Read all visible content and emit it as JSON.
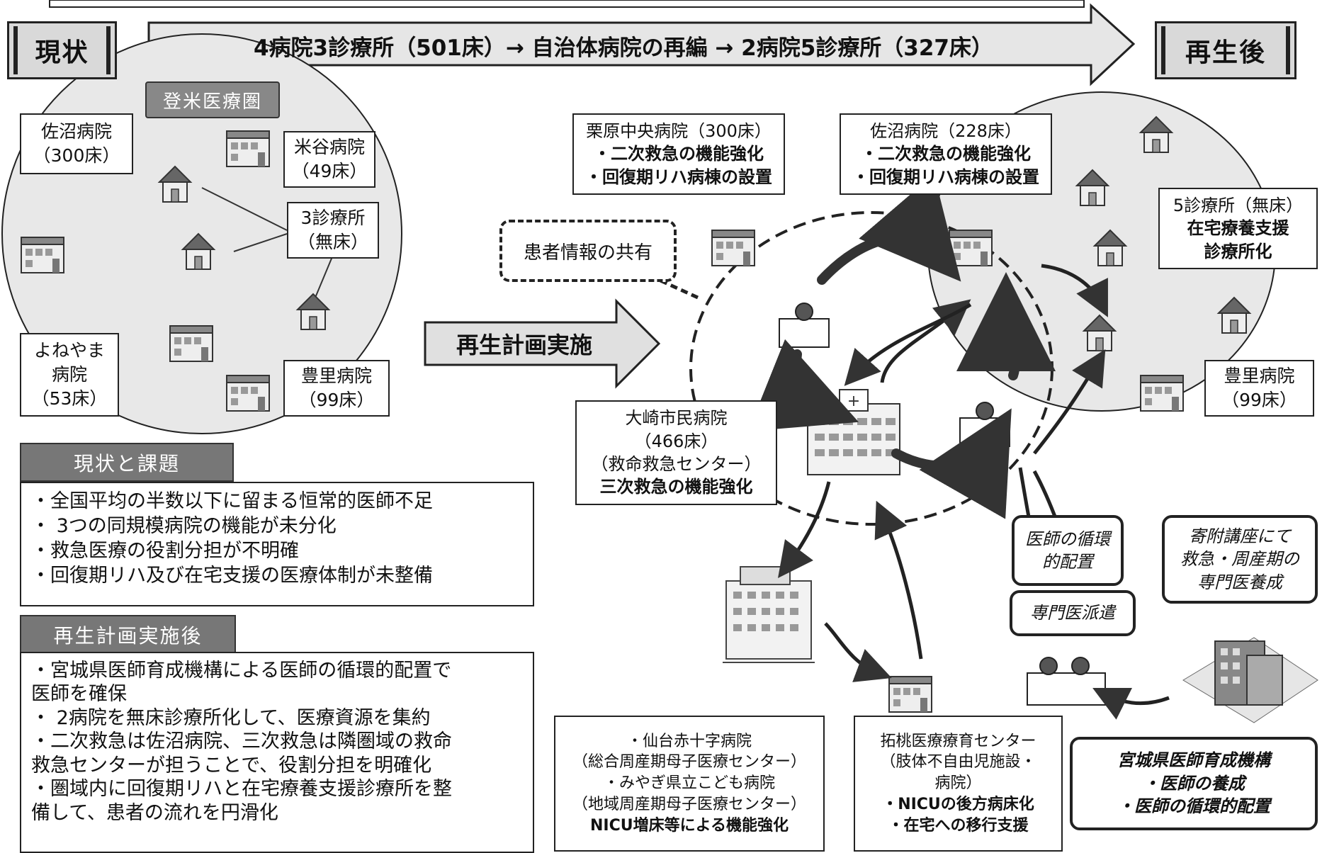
{
  "header": {
    "stage_left": "現状",
    "stage_right": "再生後",
    "arrow_text": "4病院3診療所（501床）→ 自治体病院の再編 → 2病院5診療所（327床）"
  },
  "left_area": {
    "area_label": "登米医療圏",
    "sanuma": [
      "佐沼病院",
      "（300床）"
    ],
    "yoneya": [
      "米谷病院",
      "（49床）"
    ],
    "clinics": [
      "3診療所",
      "（無床）"
    ],
    "yoneyama": [
      "よねやま",
      "病院",
      "（53床）"
    ],
    "toyosato": [
      "豊里病院",
      "（99床）"
    ]
  },
  "center_arrow": "再生計画実施",
  "right_area": {
    "kurihara": [
      "栗原中央病院（300床）",
      "・二次救急の機能強化",
      "・回復期リハ病棟の設置"
    ],
    "sanuma": [
      "佐沼病院（228床）",
      "・二次救急の機能強化",
      "・回復期リハ病棟の設置"
    ],
    "patient_info": "患者情報の共有",
    "five_clinics": [
      "5診療所（無床）",
      "在宅療養支援",
      "診療所化"
    ],
    "osaki": [
      "大崎市民病院",
      "（466床）",
      "（救命救急センター）",
      "三次救急の機能強化"
    ],
    "toyosato": [
      "豊里病院",
      "（99床）"
    ],
    "doctor_rotation": [
      "医師の循環",
      "的配置"
    ],
    "endowed": [
      "寄附講座にて",
      "救急・周産期の",
      "専門医養成"
    ],
    "specialist_dispatch": "専門医派遣",
    "sendai": [
      "・仙台赤十字病院",
      "（総合周産期母子医療センター）",
      "・みやぎ県立こども病院",
      "（地域周産期母子医療センター）",
      "NICU増床等による機能強化"
    ],
    "takuto": [
      "拓桃医療療育センター",
      "（肢体不自由児施設・",
      "病院）",
      "・NICUの後方病床化",
      "・在宅への移行支援"
    ],
    "miyagi_org": [
      "宮城県医師育成機構",
      "・医師の養成",
      "・医師の循環的配置"
    ]
  },
  "current_issues": {
    "title": "現状と課題",
    "items": [
      "・全国平均の半数以下に留まる恒常的医師不足",
      "・ 3つの同規模病院の機能が未分化",
      "・救急医療の役割分担が不明確",
      "・回復期リハ及び在宅支援の医療体制が未整備"
    ]
  },
  "after_plan": {
    "title": "再生計画実施後",
    "lines": [
      "・宮城県医師育成機構による医師の循環的配置で",
      "医師を確保",
      "・ 2病院を無床診療所化して、医療資源を集約",
      "・二次救急は佐沼病院、三次救急は隣圏域の救命",
      "救急センターが担うことで、役割分担を明確化",
      "・圏域内に回復期リハと在宅療養支援診療所を整",
      "備して、患者の流れを円滑化"
    ]
  }
}
